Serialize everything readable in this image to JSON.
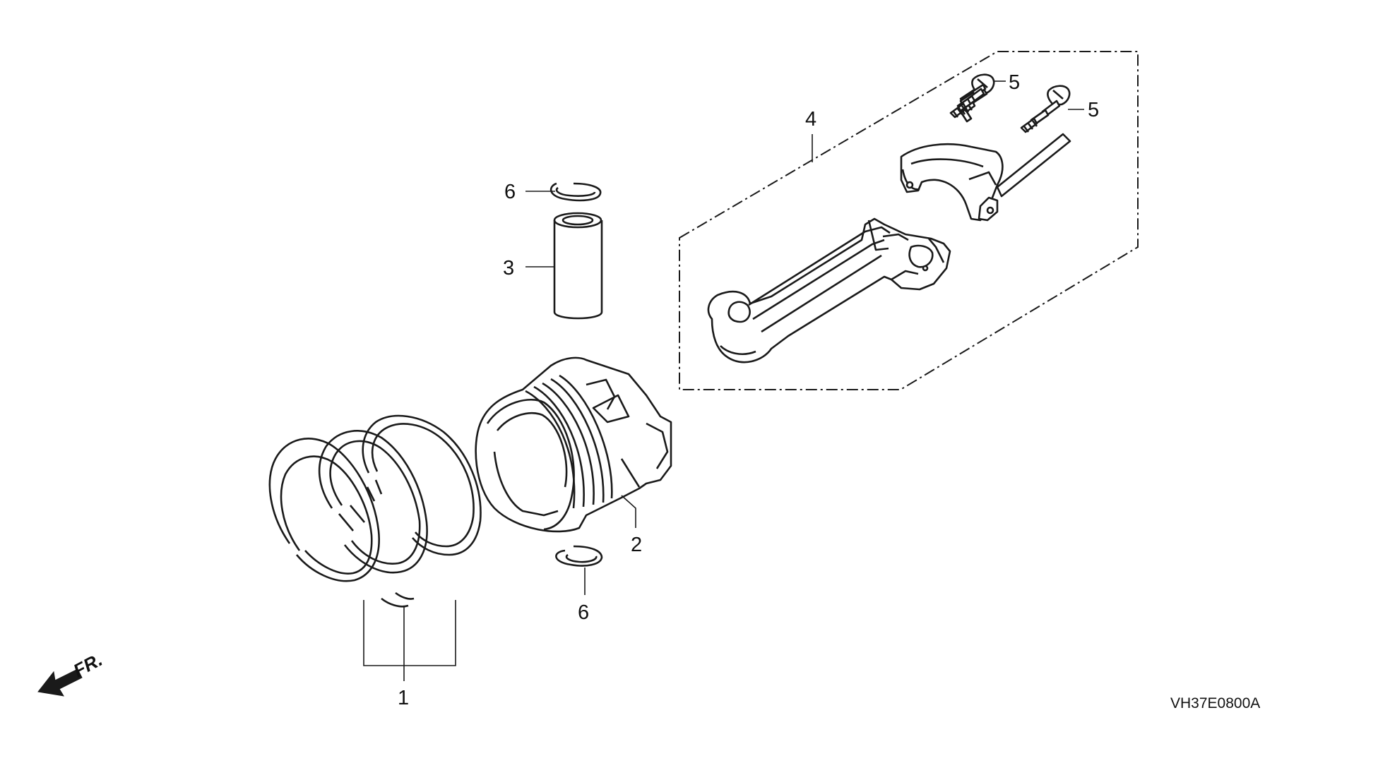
{
  "callouts": {
    "c1": "1",
    "c2": "2",
    "c3": "3",
    "c4": "4",
    "c5a": "5",
    "c5b": "5",
    "c6a": "6",
    "c6b": "6"
  },
  "direction_label": "FR.",
  "diagram_code": "VH37E0800A",
  "colors": {
    "ink": "#1a1a1a",
    "background": "#ffffff"
  }
}
